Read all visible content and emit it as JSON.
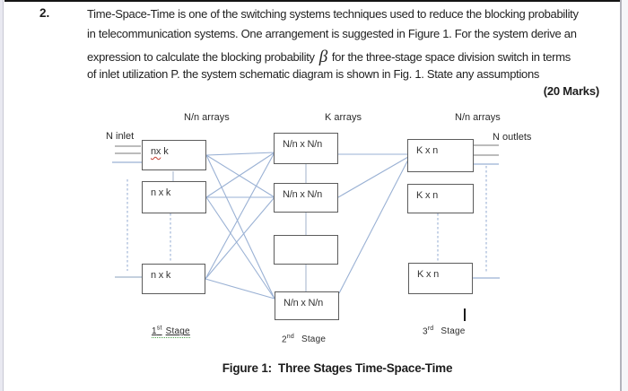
{
  "question": {
    "number": "2.",
    "line1": "Time-Space-Time is one of the switching systems techniques used to reduce the blocking probability",
    "line2": "in telecommunication systems. One arrangement is suggested in Figure 1. For the system derive an",
    "line3_pre": "expression to calculate the blocking probability",
    "beta": "β",
    "line3_post": "for the three-stage space division switch in terms",
    "line4": "of inlet utilization P. the system schematic diagram is shown in Fig. 1. State any assumptions",
    "marks": "(20 Marks)"
  },
  "figure": {
    "headers": {
      "left": "N/n arrays",
      "middle": "K arrays",
      "right": "N/n arrays"
    },
    "inlet_label": "N inlet",
    "outlet_label": "N outlets",
    "boxes": {
      "s1_1_a": "nx",
      "s1_1_b": "k",
      "s1_2": "n x k",
      "s1_3": "n x k",
      "m1": "N/n x N/n",
      "m2": "N/n x N/n",
      "m3": "",
      "m4": "N/n x N/n",
      "r1": "K x n",
      "r2": "K x n",
      "r3": "K x n"
    },
    "stages": {
      "s1": {
        "num": "1",
        "sup": "st",
        "word": "Stage"
      },
      "s2": {
        "num": "2",
        "sup": "nd",
        "word": "Stage"
      },
      "s3": {
        "num": "3",
        "sup": "rd",
        "word": "Stage"
      }
    },
    "caption": "Figure 1:  Three Stages Time-Space-Time"
  },
  "colors": {
    "link_blue": "#9ab1d4",
    "connector_gray": "#a9b9cf",
    "inlet_gray": "#7a7a7a",
    "box_border": "#5c5c5c"
  }
}
